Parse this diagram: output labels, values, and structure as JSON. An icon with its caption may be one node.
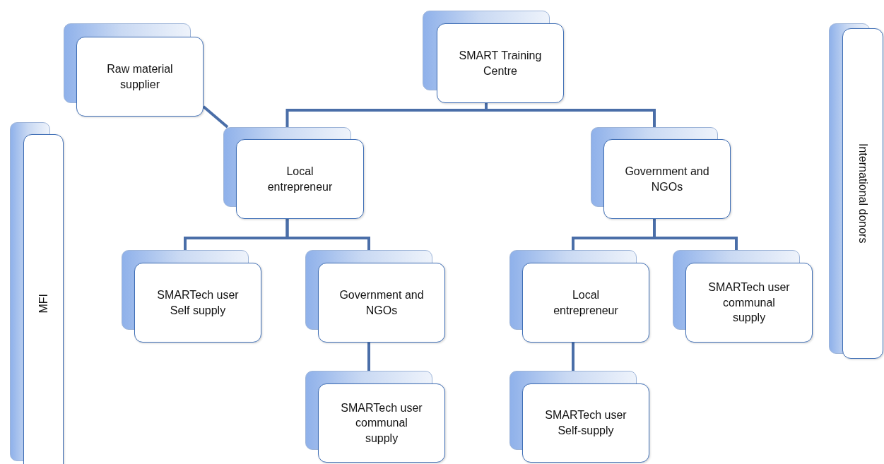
{
  "diagram": {
    "nodes": [
      {
        "text": [
          "Raw material supplier"
        ]
      },
      {
        "text": [
          "SMART Training Centre"
        ]
      },
      {
        "text": [
          "MFI"
        ]
      },
      {
        "text": [
          "International donors"
        ]
      },
      {
        "text": [
          "Local entrepreneur"
        ]
      },
      {
        "text": [
          "Government and NGOs"
        ]
      },
      {
        "text": [
          "SMARTech user Self supply"
        ]
      },
      {
        "text": [
          "Government and NGOs"
        ]
      },
      {
        "text": [
          "Local entrepreneur"
        ]
      },
      {
        "text": [
          "SMARTech user communal supply"
        ]
      },
      {
        "text": [
          "SMARTech user communal supply"
        ]
      },
      {
        "text": [
          "SMARTech user Self-supply"
        ]
      }
    ],
    "edges": [
      {
        "from": 0,
        "to": 4,
        "arrow": "none"
      },
      {
        "from": 1,
        "to": 4,
        "arrow": "none"
      },
      {
        "from": 1,
        "to": 5,
        "arrow": "none"
      },
      {
        "from": 4,
        "to": 6,
        "arrow": "none"
      },
      {
        "from": 4,
        "to": 7,
        "arrow": "none"
      },
      {
        "from": 5,
        "to": 8,
        "arrow": "none"
      },
      {
        "from": 5,
        "to": 9,
        "arrow": "none"
      },
      {
        "from": 7,
        "to": 10,
        "arrow": "none"
      },
      {
        "from": 8,
        "to": 11,
        "arrow": "none"
      }
    ]
  }
}
